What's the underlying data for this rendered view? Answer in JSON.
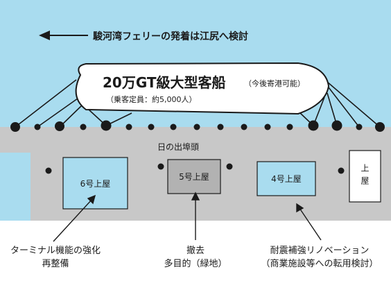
{
  "colors": {
    "sea": "#a9dcef",
    "pier": "#c8c8c8",
    "building_light": "#a9dcef",
    "building_gray": "#b2b2b2",
    "building_white": "#ffffff",
    "ink": "#1a1a1a"
  },
  "ferry_note": "駿河湾フェリーの発着は江尻へ検討",
  "ship": {
    "title": "20万GT級大型客船",
    "note": "（今後寄港可能）",
    "capacity": "（乗客定員：約5,000人）"
  },
  "pier_name": "日の出埠頭",
  "buildings": [
    {
      "label": "6号上屋"
    },
    {
      "label": "5号上屋"
    },
    {
      "label": "4号上屋"
    },
    {
      "label": "上屋"
    }
  ],
  "captions": {
    "b6": [
      "ターミナル機能の強化",
      "再整備"
    ],
    "b5": [
      "撤去",
      "多目的（緑地）"
    ],
    "b4": [
      "耐震補強リノベーション",
      "（商業施設等への転用検討）"
    ]
  }
}
